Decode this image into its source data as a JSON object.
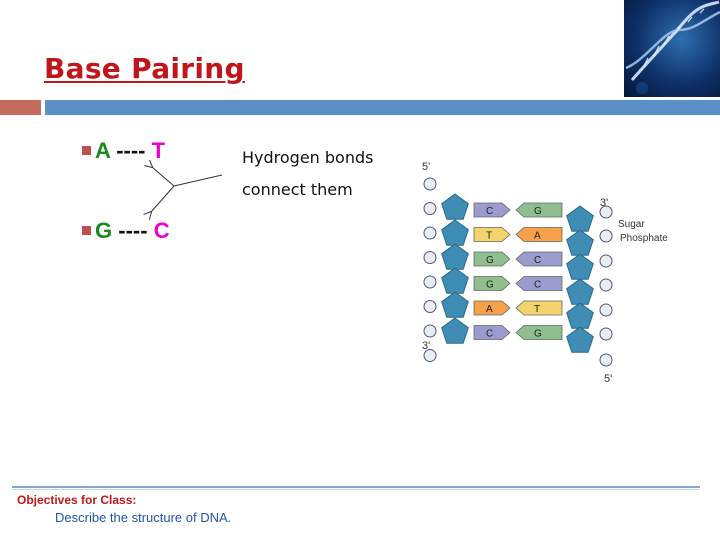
{
  "slide": {
    "title": "Base Pairing",
    "corner_image": "dna-helix-image",
    "bullets": [
      {
        "left": "A",
        "dashes": "----",
        "right": "T",
        "left_color": "#1a8a1a",
        "right_color": "#ee00cc"
      },
      {
        "left": "G",
        "dashes": "----",
        "right": "C",
        "left_color": "#1a8a1a",
        "right_color": "#ee00cc"
      }
    ],
    "note_line1": "Hydrogen bonds",
    "note_line2": "connect them"
  },
  "diagram": {
    "label_5_top": "5'",
    "label_3_top": "3'",
    "label_sugar": "Sugar",
    "label_phosphate": "Phosphate",
    "label_3_bottom": "3'",
    "label_5_bottom": "5'",
    "pairs": [
      {
        "left": "C",
        "right": "G"
      },
      {
        "left": "T",
        "right": "A"
      },
      {
        "left": "G",
        "right": "C"
      },
      {
        "left": "G",
        "right": "C"
      },
      {
        "left": "A",
        "right": "T"
      },
      {
        "left": "C",
        "right": "G"
      }
    ],
    "colors": {
      "C": "#9b9bcf",
      "G": "#8fbf8f",
      "T": "#f3d36b",
      "A": "#f6a04b",
      "sugar": "#3f8db5",
      "phosphate": "#e8eef4"
    }
  },
  "footer": {
    "label": "Objectives for Class:",
    "text": "Describe the structure of DNA."
  }
}
